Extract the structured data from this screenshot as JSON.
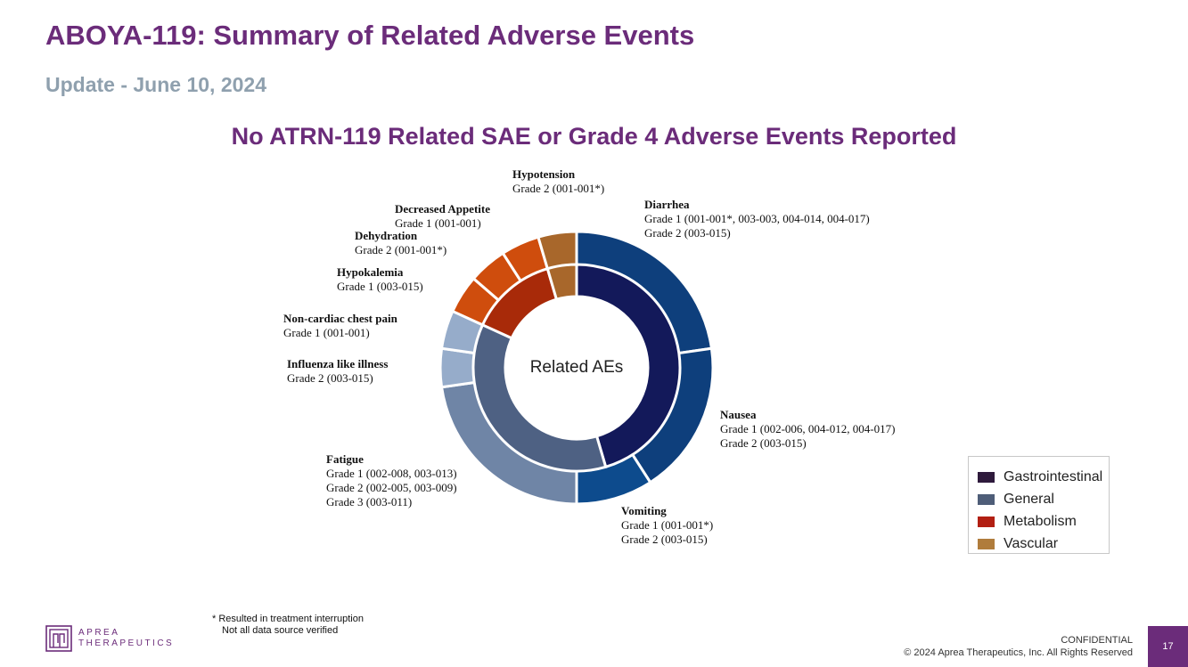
{
  "header": {
    "title": "ABOYA-119: Summary of Related Adverse Events",
    "subtitle": "Update - June 10, 2024",
    "headline": "No ATRN-119 Related SAE or Grade 4 Adverse Events Reported"
  },
  "chart_data": {
    "type": "donut",
    "center_label": "Related AEs",
    "inner_ring": [
      {
        "name": "Gastrointestinal",
        "value": 10,
        "color": "#13195a"
      },
      {
        "name": "General",
        "value": 8,
        "color": "#4e6183"
      },
      {
        "name": "Metabolism",
        "value": 3,
        "color": "#a82a09"
      },
      {
        "name": "Vascular",
        "value": 1,
        "color": "#a8672b"
      }
    ],
    "outer_ring": [
      {
        "event": "Diarrhea",
        "category": "Gastrointestinal",
        "value": 5,
        "color": "#0e3f7c"
      },
      {
        "event": "Nausea",
        "category": "Gastrointestinal",
        "value": 4,
        "color": "#0e3f7c"
      },
      {
        "event": "Vomiting",
        "category": "Gastrointestinal",
        "value": 2,
        "color": "#0d4b8d"
      },
      {
        "event": "Fatigue",
        "category": "General",
        "value": 5,
        "color": "#6f85a6"
      },
      {
        "event": "Influenza like illness",
        "category": "General",
        "value": 1,
        "color": "#96acca"
      },
      {
        "event": "Non-cardiac chest pain",
        "category": "General",
        "value": 1,
        "color": "#96acca"
      },
      {
        "event": "Hypokalemia",
        "category": "Metabolism",
        "value": 1,
        "color": "#cf4d0d"
      },
      {
        "event": "Dehydration",
        "category": "Metabolism",
        "value": 1,
        "color": "#cf4d0d"
      },
      {
        "event": "Decreased Appetite",
        "category": "Metabolism",
        "value": 1,
        "color": "#cf4d0d"
      },
      {
        "event": "Hypotension",
        "category": "Vascular",
        "value": 1,
        "color": "#a8672b"
      }
    ],
    "callouts": {
      "hypotension": {
        "name": "Hypotension",
        "lines": [
          "Grade 2 (001-001*)"
        ]
      },
      "diarrhea": {
        "name": "Diarrhea",
        "lines": [
          "Grade 1 (001-001*, 003-003, 004-014, 004-017)",
          "Grade 2 (003-015)"
        ]
      },
      "decreased_appetite": {
        "name": "Decreased Appetite",
        "lines": [
          "Grade 1 (001-001)"
        ]
      },
      "dehydration": {
        "name": "Dehydration",
        "lines": [
          "Grade 2 (001-001*)"
        ]
      },
      "hypokalemia": {
        "name": "Hypokalemia",
        "lines": [
          "Grade 1 (003-015)"
        ]
      },
      "chest_pain": {
        "name": "Non-cardiac chest pain",
        "lines": [
          "Grade 1 (001-001)"
        ]
      },
      "influenza": {
        "name": "Influenza like illness",
        "lines": [
          "Grade 2 (003-015)"
        ]
      },
      "nausea": {
        "name": "Nausea",
        "lines": [
          "Grade 1 (002-006, 004-012, 004-017)",
          "Grade 2 (003-015)"
        ]
      },
      "fatigue": {
        "name": "Fatigue",
        "lines": [
          "Grade 1 (002-008, 003-013)",
          "Grade 2 (002-005, 003-009)",
          "Grade 3 (003-011)"
        ]
      },
      "vomiting": {
        "name": "Vomiting",
        "lines": [
          "Grade 1 (001-001*)",
          "Grade 2 (003-015)"
        ]
      }
    },
    "legend": [
      {
        "label": "Gastrointestinal",
        "color": "#2e1a3c"
      },
      {
        "label": "General",
        "color": "#4e5d78"
      },
      {
        "label": "Metabolism",
        "color": "#b21f12"
      },
      {
        "label": "Vascular",
        "color": "#b07c3c"
      }
    ]
  },
  "footnote": {
    "line1": "*  Resulted in treatment interruption",
    "line2": "Not all data source verified"
  },
  "footer": {
    "logo_line1": "APREA",
    "logo_line2": "THERAPEUTICS",
    "confidential": "CONFIDENTIAL",
    "copyright": "© 2024 Aprea Therapeutics, Inc. All Rights Reserved",
    "page_number": "17"
  }
}
